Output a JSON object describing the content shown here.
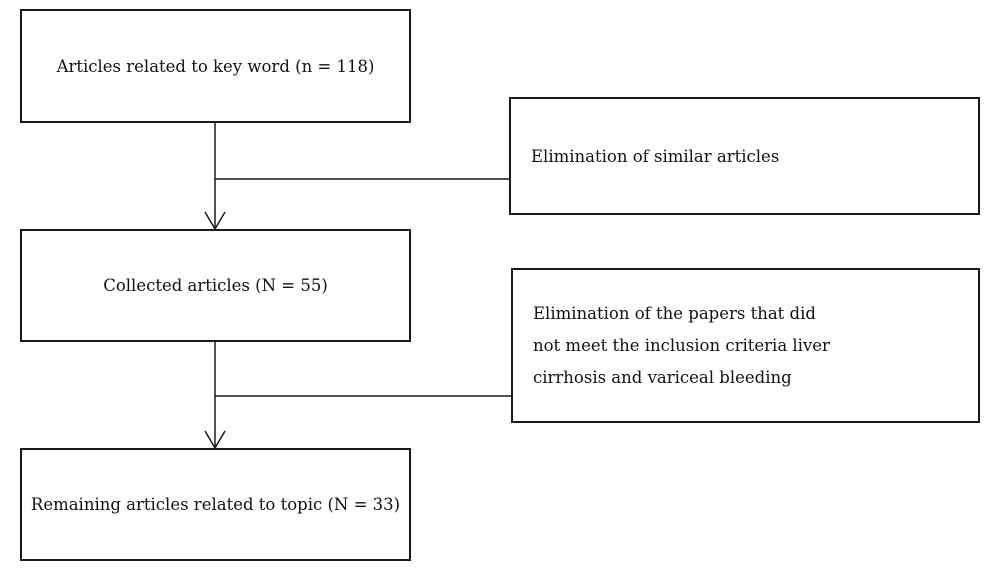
{
  "flowchart": {
    "boxes": {
      "keyword": "Articles related to key word (n = 118)",
      "elimination_similar": "Elimination of similar articles",
      "collected": "Collected articles (N = 55)",
      "elimination_criteria": {
        "line1": "Elimination of the papers that did",
        "line2": "not meet the inclusion criteria liver",
        "line3": "cirrhosis and variceal bleeding"
      },
      "remaining": "Remaining articles related to topic (N = 33)"
    }
  }
}
